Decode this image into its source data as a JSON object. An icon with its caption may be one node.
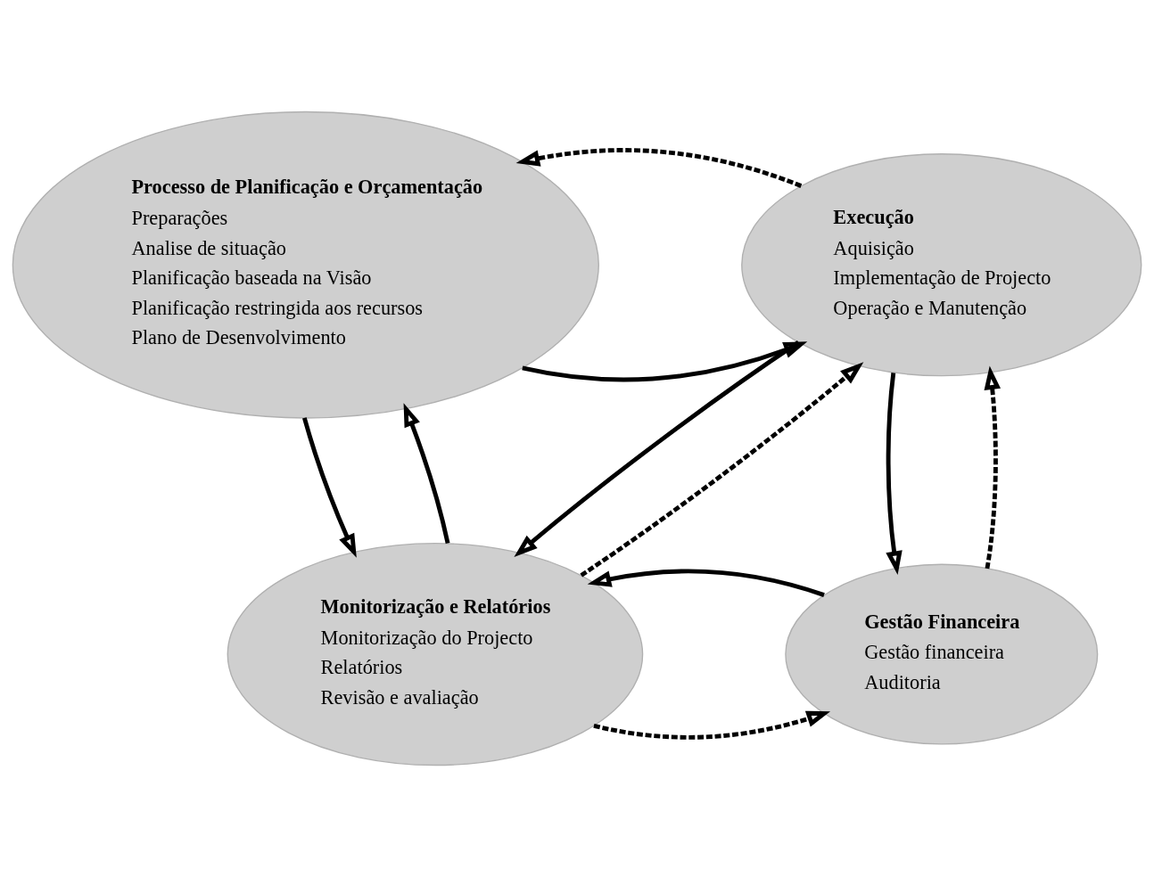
{
  "diagram": {
    "nodes": [
      {
        "text": [
          "Processo de Planificação e Orçamentação",
          "Preparações",
          "Analise de situação",
          "Planificação baseada na Visão",
          "Planificação restringida aos recursos",
          "Plano de Desenvolvimento"
        ]
      },
      {
        "text": [
          "Execução",
          "Aquisição",
          "Implementação de Projecto",
          "Operação e Manutenção"
        ]
      },
      {
        "text": [
          "Monitorização e Relatórios",
          "Monitorização do Projecto",
          "Relatórios",
          "Revisão e avaliação"
        ]
      },
      {
        "text": [
          "Gestão Financeira",
          "Gestão financeira",
          "Auditoria"
        ]
      }
    ],
    "edges": [
      {
        "from": 0,
        "to": 1,
        "arrow": "to"
      },
      {
        "from": 1,
        "to": 0,
        "arrow": "to",
        "style": "dashed"
      },
      {
        "from": 1,
        "to": 2,
        "arrow": "to"
      },
      {
        "from": 2,
        "to": 1,
        "arrow": "to",
        "style": "dashed"
      },
      {
        "from": 0,
        "to": 2,
        "arrow": "to"
      },
      {
        "from": 2,
        "to": 0,
        "arrow": "to"
      },
      {
        "from": 1,
        "to": 3,
        "arrow": "to"
      },
      {
        "from": 3,
        "to": 1,
        "arrow": "to",
        "style": "dashed"
      },
      {
        "from": 2,
        "to": 3,
        "arrow": "to",
        "style": "dashed"
      },
      {
        "from": 3,
        "to": 2,
        "arrow": "to"
      }
    ]
  }
}
